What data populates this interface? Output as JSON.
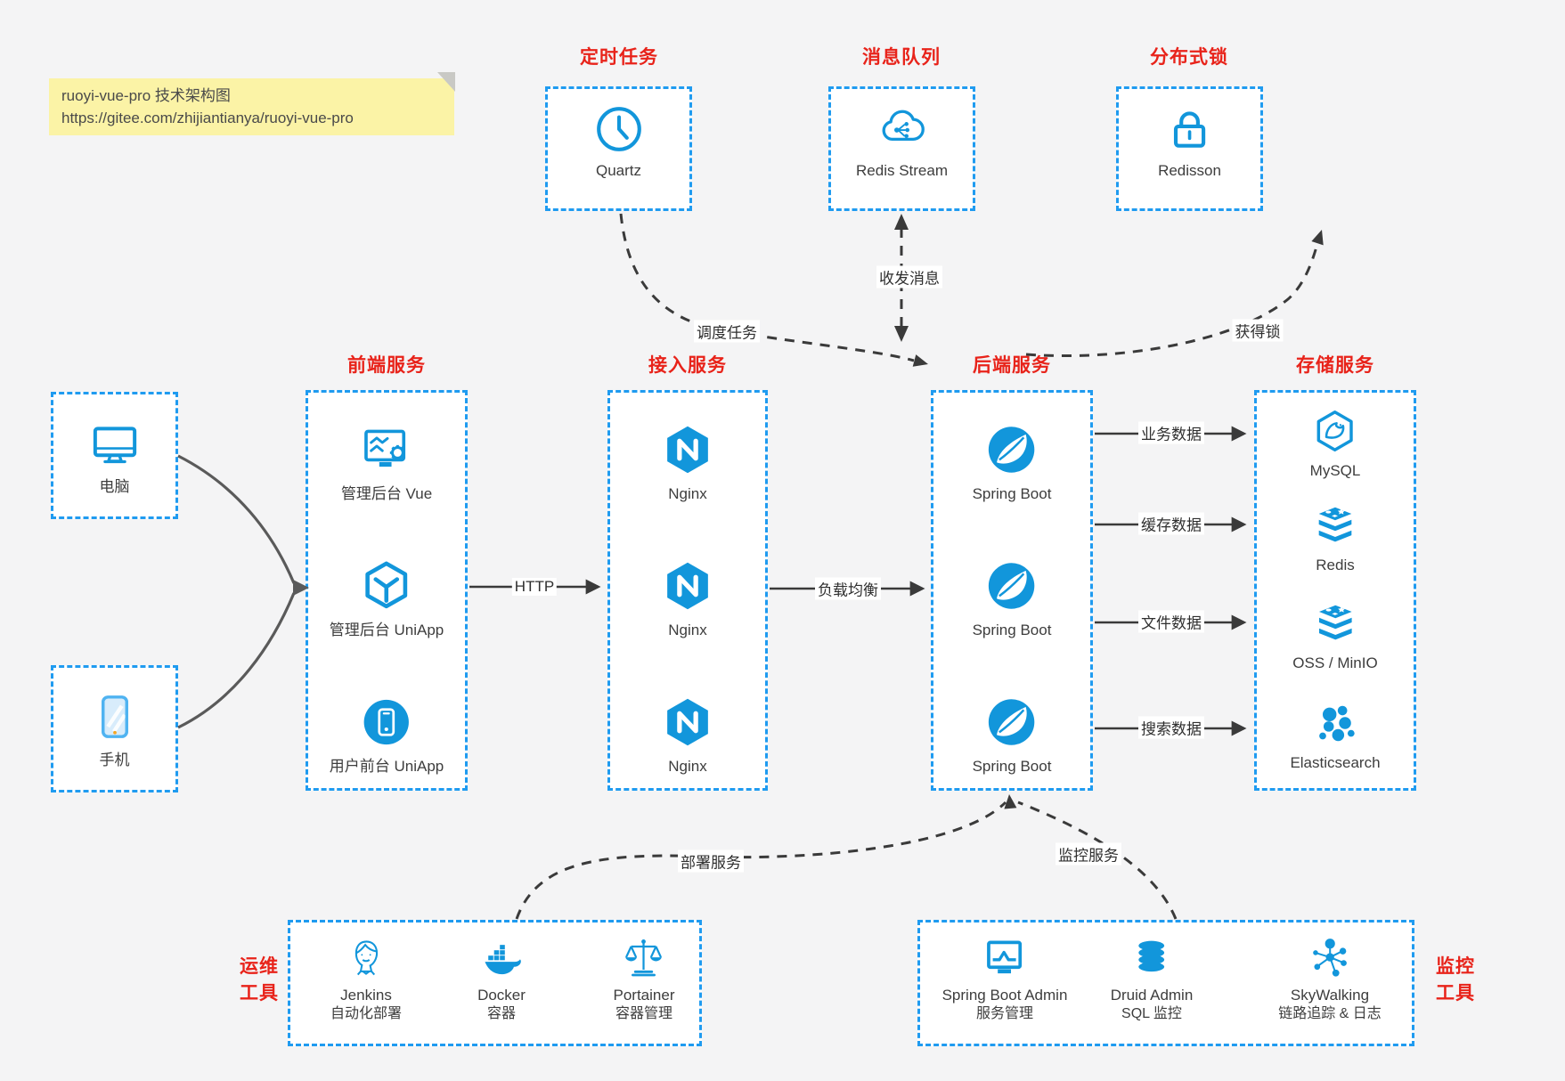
{
  "note": {
    "line1": "ruoyi-vue-pro 技术架构图",
    "line2": "https://gitee.com/zhijiantianya/ruoyi-vue-pro"
  },
  "colors": {
    "accent_blue": "#1296db",
    "box_border_blue": "#1f9bf0",
    "title_red": "#e8231a",
    "note_bg": "#fbf3a6",
    "page_bg": "#f4f4f5",
    "arrow_dark": "#3a3a3a"
  },
  "top_services": [
    {
      "title": "定时任务",
      "item": {
        "label": "Quartz",
        "icon": "clock-icon"
      }
    },
    {
      "title": "消息队列",
      "item": {
        "label": "Redis Stream",
        "icon": "cloud-stream-icon"
      }
    },
    {
      "title": "分布式锁",
      "item": {
        "label": "Redisson",
        "icon": "lock-icon"
      }
    }
  ],
  "clients": [
    {
      "label": "电脑",
      "icon": "desktop-icon"
    },
    {
      "label": "手机",
      "icon": "phone-icon"
    }
  ],
  "service_columns": [
    {
      "title": "前端服务",
      "items": [
        {
          "label": "管理后台 Vue",
          "icon": "admin-vue-icon"
        },
        {
          "label": "管理后台 UniApp",
          "icon": "uniapp-cube-icon"
        },
        {
          "label": "用户前台 UniApp",
          "icon": "user-app-icon"
        }
      ]
    },
    {
      "title": "接入服务",
      "items": [
        {
          "label": "Nginx",
          "icon": "nginx-icon"
        },
        {
          "label": "Nginx",
          "icon": "nginx-icon"
        },
        {
          "label": "Nginx",
          "icon": "nginx-icon"
        }
      ]
    },
    {
      "title": "后端服务",
      "items": [
        {
          "label": "Spring Boot",
          "icon": "spring-icon"
        },
        {
          "label": "Spring Boot",
          "icon": "spring-icon"
        },
        {
          "label": "Spring Boot",
          "icon": "spring-icon"
        }
      ]
    },
    {
      "title": "存储服务",
      "items": [
        {
          "label": "MySQL",
          "icon": "mysql-icon"
        },
        {
          "label": "Redis",
          "icon": "redis-stack-icon"
        },
        {
          "label": "OSS / MinIO",
          "icon": "storage-stack-icon"
        },
        {
          "label": "Elasticsearch",
          "icon": "elasticsearch-icon"
        }
      ]
    }
  ],
  "ops_tools": {
    "label_line1": "运维",
    "label_line2": "工具",
    "items": [
      {
        "name": "Jenkins",
        "desc": "自动化部署",
        "icon": "jenkins-icon"
      },
      {
        "name": "Docker",
        "desc": "容器",
        "icon": "docker-icon"
      },
      {
        "name": "Portainer",
        "desc": "容器管理",
        "icon": "portainer-icon"
      }
    ]
  },
  "monitor_tools": {
    "label_line1": "监控",
    "label_line2": "工具",
    "items": [
      {
        "name": "Spring Boot Admin",
        "desc": "服务管理",
        "icon": "boot-admin-icon"
      },
      {
        "name": "Druid Admin",
        "desc": "SQL 监控",
        "icon": "druid-icon"
      },
      {
        "name": "SkyWalking",
        "desc": "链路追踪 & 日志",
        "icon": "skywalking-icon"
      }
    ]
  },
  "edge_labels": {
    "http": "HTTP",
    "load_balance": "负载均衡",
    "business_data": "业务数据",
    "cache_data": "缓存数据",
    "file_data": "文件数据",
    "search_data": "搜索数据",
    "schedule": "调度任务",
    "message": "收发消息",
    "lock": "获得锁",
    "deploy": "部署服务",
    "monitor": "监控服务"
  }
}
